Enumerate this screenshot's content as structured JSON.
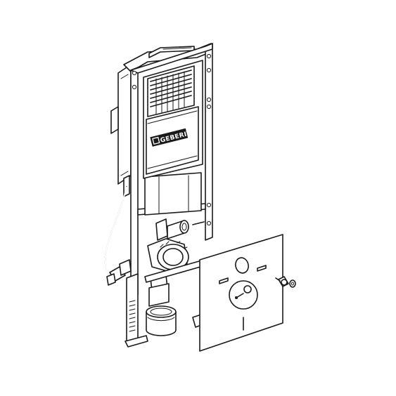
{
  "brand": {
    "logo_text": "GEBERIT",
    "logo_mark": "geberit-logo"
  },
  "colors": {
    "line": "#1a1a1a",
    "background": "#ffffff"
  },
  "parts": [
    "installation-frame",
    "concealed-cistern",
    "actuator-plate-opening",
    "flexible-water-hose",
    "supply-valve",
    "drain-bend",
    "drain-connector-sleeve",
    "adjustable-frame-feet",
    "sound-insulation-mat",
    "fixing-bolts",
    "washers"
  ]
}
